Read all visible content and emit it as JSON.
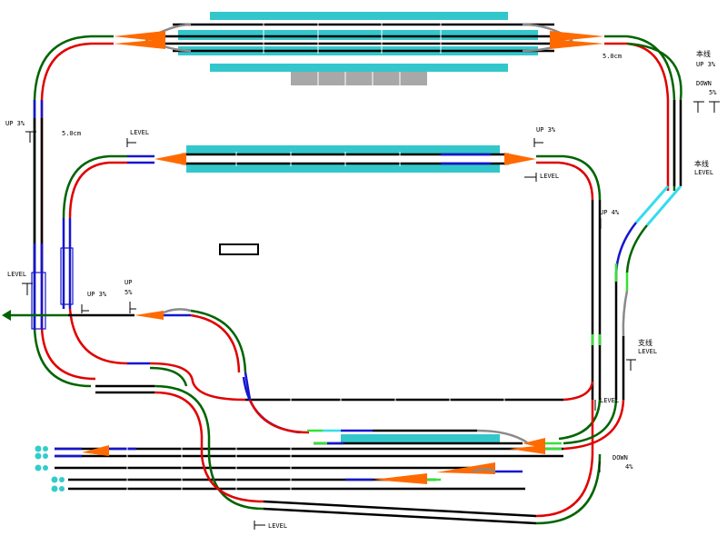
{
  "colors": {
    "straight": "#000000",
    "curve_outer": "#006400",
    "curve_inner": "#e00000",
    "special": "#1515d0",
    "switch": "#ff6a00",
    "station": "#33c7cc",
    "flex": "#8a8a8a",
    "joint": "#33e233",
    "crossing": "#33ddee",
    "bumper": "#33cccc",
    "building": "#a8a8a8",
    "exit": "#006400"
  },
  "labels": {
    "main_top": "本线",
    "up_3_right": "UP 3%",
    "down_right": "DOWN",
    "pct5_right": "5%",
    "main_level_1": "本线",
    "main_level_2": "LEVEL",
    "dim_top_right": "5.0cm",
    "up3_left": "UP 3%",
    "dim_left": "5.0cm",
    "level_upper": "LEVEL",
    "up3_upper_right": "UP 3%",
    "level_upper_right": "LEVEL",
    "up4": "UP 4%",
    "level_left": "LEVEL",
    "up3_mid": "UP 3%",
    "up5_a": "UP",
    "up5_b": "5%",
    "branch_1": "支线",
    "branch_2": "LEVEL",
    "level_mid_right": "LEVEL",
    "down4_a": "DOWN",
    "down4_b": "4%",
    "level_bottom": "LEVEL"
  }
}
